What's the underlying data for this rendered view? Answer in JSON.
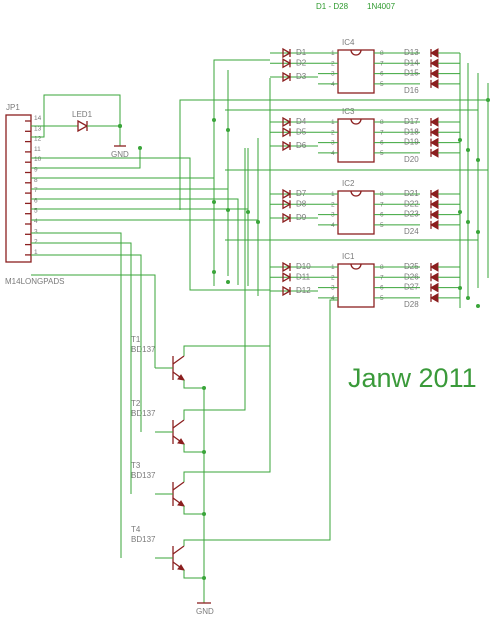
{
  "header": {
    "diode_range": "D1 - D28",
    "diode_type": "1N4007"
  },
  "signature": "Janw 2011",
  "connector": {
    "name": "JP1",
    "part": "M14LONGPADS",
    "pins": [
      "14",
      "13",
      "12",
      "11",
      "10",
      "9",
      "8",
      "7",
      "6",
      "5",
      "4",
      "3",
      "2",
      "1"
    ]
  },
  "led": {
    "name": "LED1",
    "gnd": "GND"
  },
  "ics": [
    {
      "name": "IC4",
      "left_pins": [
        "1",
        "2",
        "3",
        "4"
      ],
      "right_pins": [
        "8",
        "7",
        "6",
        "5"
      ],
      "left_diodes": [
        "D1",
        "D2",
        "D3"
      ],
      "right_diodes": [
        "D13",
        "D14",
        "D15",
        "D16"
      ]
    },
    {
      "name": "IC3",
      "left_pins": [
        "1",
        "2",
        "3",
        "4"
      ],
      "right_pins": [
        "8",
        "7",
        "6",
        "5"
      ],
      "left_diodes": [
        "D4",
        "D5",
        "D6"
      ],
      "right_diodes": [
        "D17",
        "D18",
        "D19",
        "D20"
      ]
    },
    {
      "name": "IC2",
      "left_pins": [
        "1",
        "2",
        "3",
        "4"
      ],
      "right_pins": [
        "8",
        "7",
        "6",
        "5"
      ],
      "left_diodes": [
        "D7",
        "D8",
        "D9"
      ],
      "right_diodes": [
        "D21",
        "D22",
        "D23",
        "D24"
      ]
    },
    {
      "name": "IC1",
      "left_pins": [
        "1",
        "2",
        "3",
        "4"
      ],
      "right_pins": [
        "8",
        "7",
        "6",
        "5"
      ],
      "left_diodes": [
        "D10",
        "D11",
        "D12"
      ],
      "right_diodes": [
        "D25",
        "D26",
        "D27",
        "D28"
      ]
    }
  ],
  "transistors": [
    {
      "name": "T1",
      "part": "BD137"
    },
    {
      "name": "T2",
      "part": "BD137"
    },
    {
      "name": "T3",
      "part": "BD137"
    },
    {
      "name": "T4",
      "part": "BD137"
    }
  ],
  "ground_label": "GND",
  "colors": {
    "wire": "#3aa53a",
    "part": "#8b1f1f",
    "label": "#7a7a7a",
    "signature": "#3a9a3a"
  }
}
